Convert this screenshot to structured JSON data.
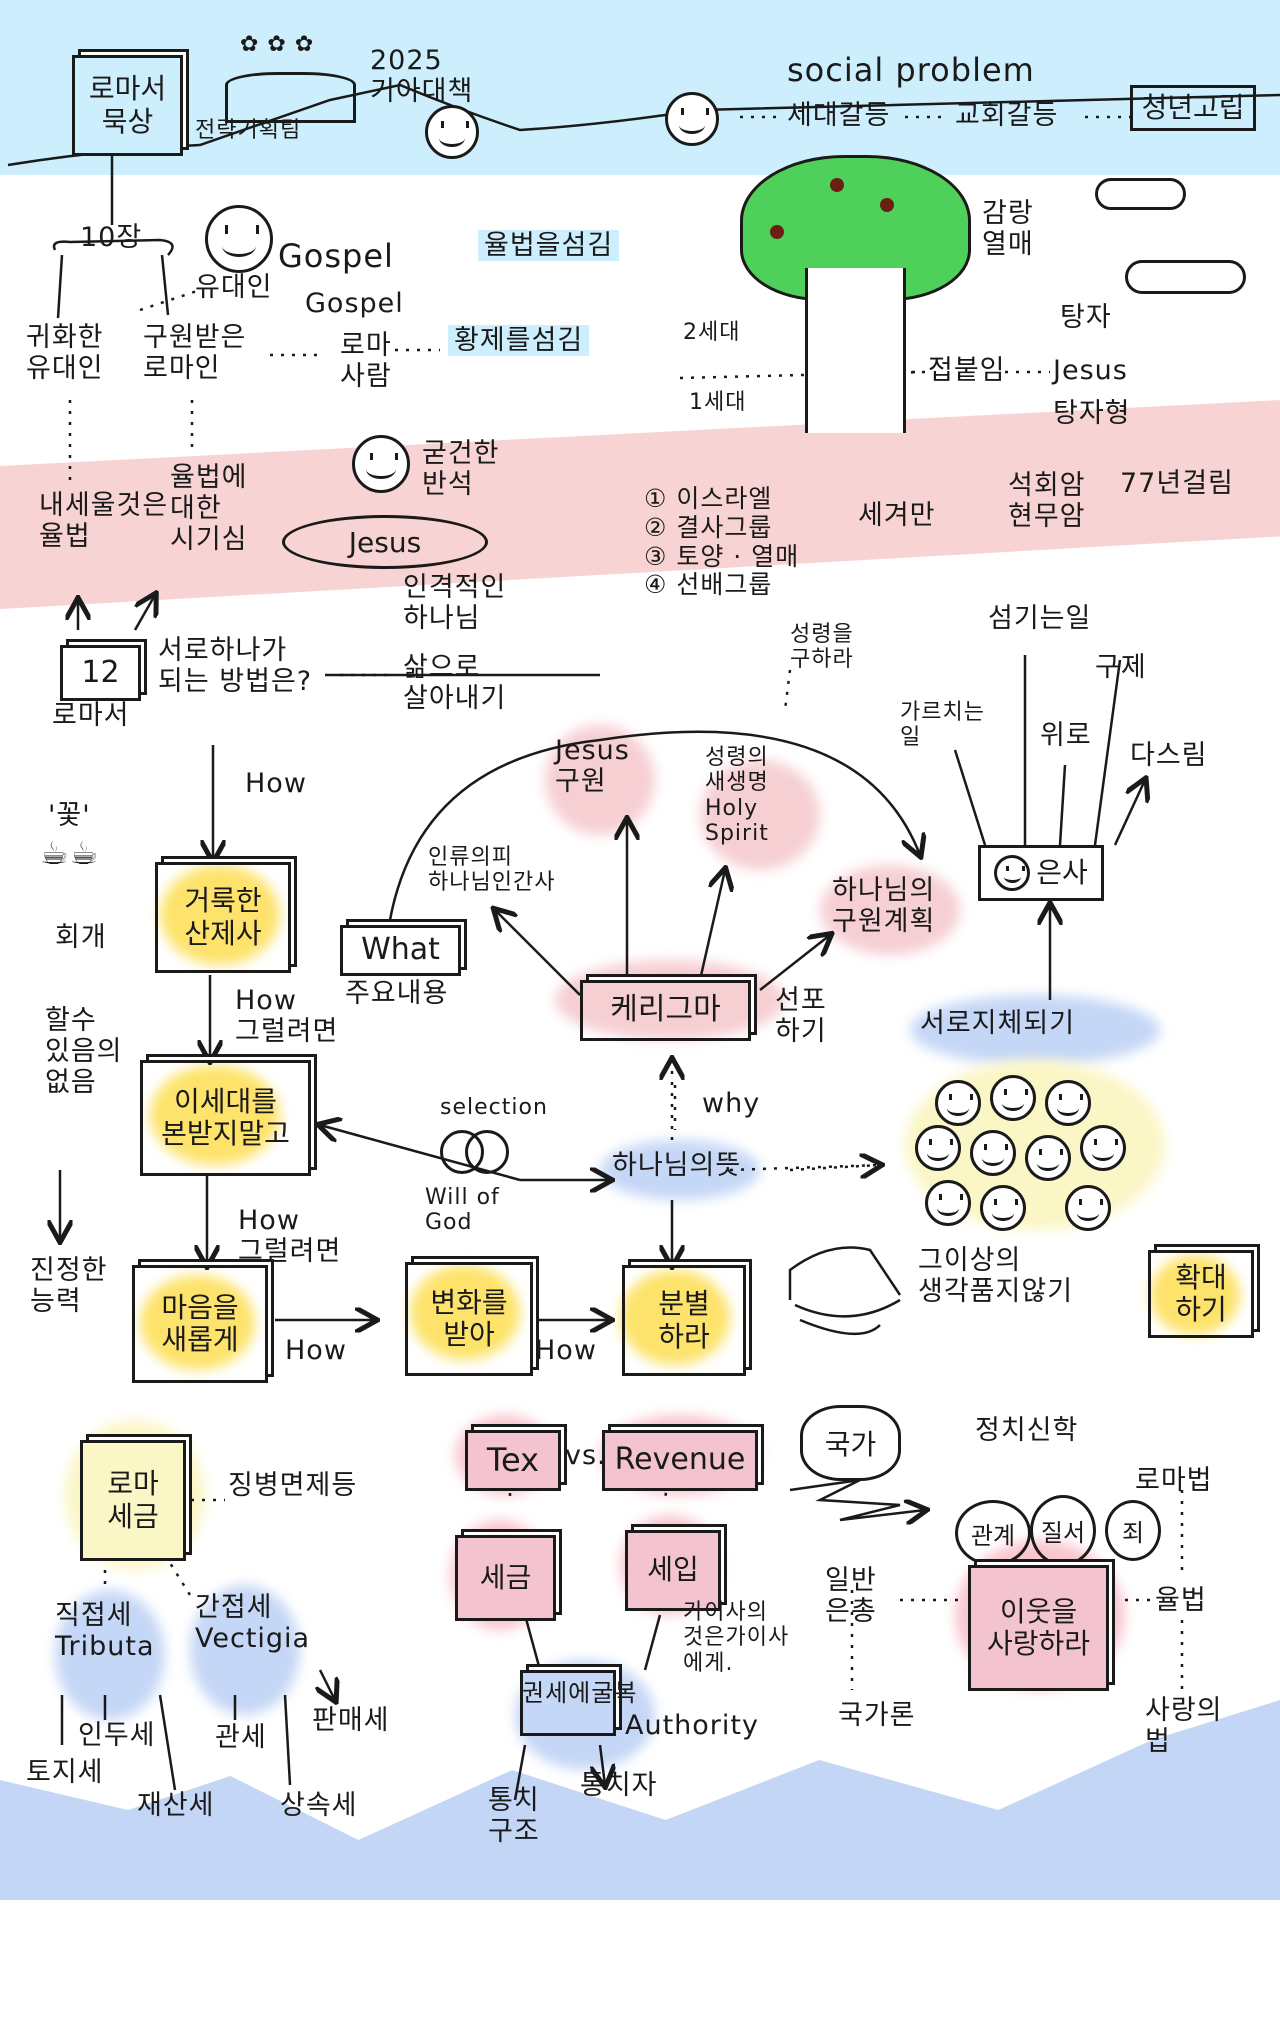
{
  "colors": {
    "sky": "#cdeefc",
    "pink_band": "#f8d3d3",
    "wave": "#b9cff3",
    "highlight_yellow": "#fde36b",
    "highlight_blue": "#c5d7f6",
    "highlight_pink": "#f6cfd3",
    "tree_green": "#4fd05a",
    "fruit": "#6b1f12"
  },
  "top": {
    "romans_box": "로마서\n묵상",
    "strategy_team": "전략기획팀",
    "year_plan": "2025\n기아대책",
    "social_problem": "social problem",
    "generation_conflict": "세대갈등",
    "church_conflict": "교회갈등",
    "youth_isolation": "청년고립"
  },
  "romans10": {
    "chapter": "10장",
    "jew": "유대인",
    "gospel1": "Gospel",
    "serve_law": "율법을섬김",
    "gospel2": "Gospel",
    "roman_people": "로마\n사람",
    "serve_emperor": "황제를섬김",
    "naturalized_jews": "귀화한\n유대인",
    "saved_romans": "구원받은\n로마인",
    "boast_law": "내세울것은\n율법",
    "jealous_law": "율법에\n대한\n시기심",
    "firm_rock": "굳건한\n반석",
    "jesus_rock": "Jesus",
    "personal_god": "인격적인\n하나님"
  },
  "tree": {
    "fruit": "감랑\n열매",
    "gen2": "2세대",
    "gen1": "1세대",
    "graft": "접붙임",
    "jesus": "Jesus",
    "prodigal": "탕자",
    "prodigal_type": "탕자형",
    "groups": [
      "① 이스라엘",
      "② 결사그룹",
      "③ 토양 · 열매",
      "④ 선배그룹"
    ],
    "world": "세겨만",
    "rocks": "석회암\n현무암",
    "years": "77년걸림"
  },
  "romans12": {
    "chapter": "12",
    "book": "로마서",
    "question": "서로하나가\n되는 방법은?",
    "live_out": "삶으로\n살아내기",
    "seek_spirit": "성령을\n구하라",
    "serving": "섬기는일",
    "relief": "구제",
    "teaching": "가르치는\n일",
    "comfort": "위로",
    "ruling": "다스림",
    "how1": "How",
    "jesus_salvation": "Jesus\n구원",
    "spirit_life": "성령의\n새생명\nHoly\nSpirit",
    "gifts": "은사",
    "flower": "'꽃'",
    "repent": "회개",
    "inability": "할수\n있음의\n없음",
    "true_power": "진정한\n능력",
    "holy_sacrifice": "거룩한\n산제사",
    "history": "인류의피\n하나님인간사",
    "what": "What",
    "main_content": "주요내용",
    "salvation_plan": "하나님의\n구원계획",
    "kerygma": "케리그마",
    "proclaim": "선포\n하기",
    "members": "서로지체되기",
    "how2": "How\n그럴려면",
    "not_conform": "이세대를\n본받지말고",
    "selection": "selection",
    "will_of_god": "Will of\nGod",
    "why": "why",
    "gods_will": "하나님의뜻",
    "how3": "How\n그럴려면",
    "renew_mind": "마음을\n새롭게",
    "how4": "How",
    "be_transformed": "변화를\n받아",
    "how5": "How",
    "discern": "분별\n하라",
    "no_more_thought": "그이상의\n생각품지않기",
    "expand": "확대\n하기"
  },
  "romans13": {
    "roman_tax": "로마\n세금",
    "exemption": "징병면제등",
    "direct_tax": "직접세\nTributa",
    "indirect_tax": "간접세\nVectigia",
    "poll_tax": "인두세",
    "land_tax": "토지세",
    "property_tax": "재산세",
    "customs": "관세",
    "sales_tax": "판매세",
    "inheritance_tax": "상속세",
    "tex": "Tex",
    "vs": "vs.",
    "revenue": "Revenue",
    "tax": "세금",
    "tax_income": "세입",
    "caesar": "가이사의\n것은가이사\n에게.",
    "submit": "권세에굴복",
    "authority": "Authority",
    "governance": "통치\n구조",
    "ruler": "통치자",
    "nation": "국가",
    "political_theology": "정치신학",
    "relation": "관계",
    "order": "질서",
    "sin": "죄",
    "love_neighbor": "이웃을\n사랑하라",
    "common_grace": "일반\n은총",
    "state_theory": "국가론",
    "roman_law": "로마법",
    "law": "율법",
    "law_of_love": "사랑의\n법"
  }
}
